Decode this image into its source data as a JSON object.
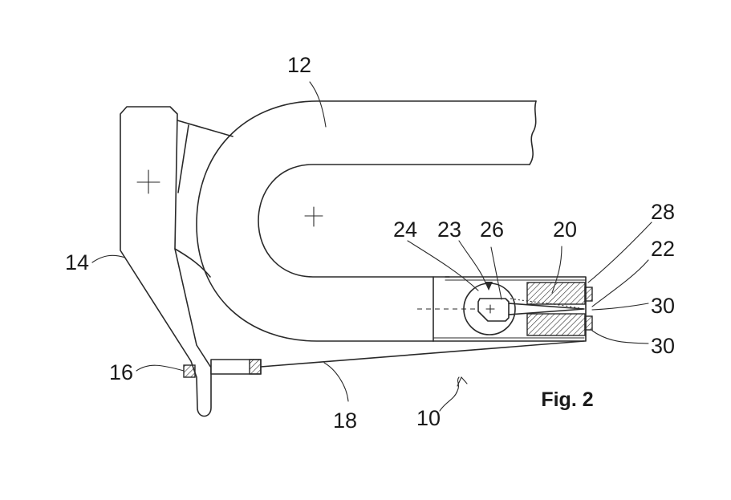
{
  "figure": {
    "caption": "Fig. 2",
    "labels": {
      "frame_arm": "12",
      "clamp_arm": "14",
      "bearing_block": "16",
      "tension_line": "18",
      "assembly": "10",
      "sleeve": "20",
      "end_part": "22",
      "pivot_circle": "23",
      "pin": "24",
      "pointer": "26",
      "cap": "28",
      "washer_upper": "30",
      "washer_lower": "30"
    }
  }
}
